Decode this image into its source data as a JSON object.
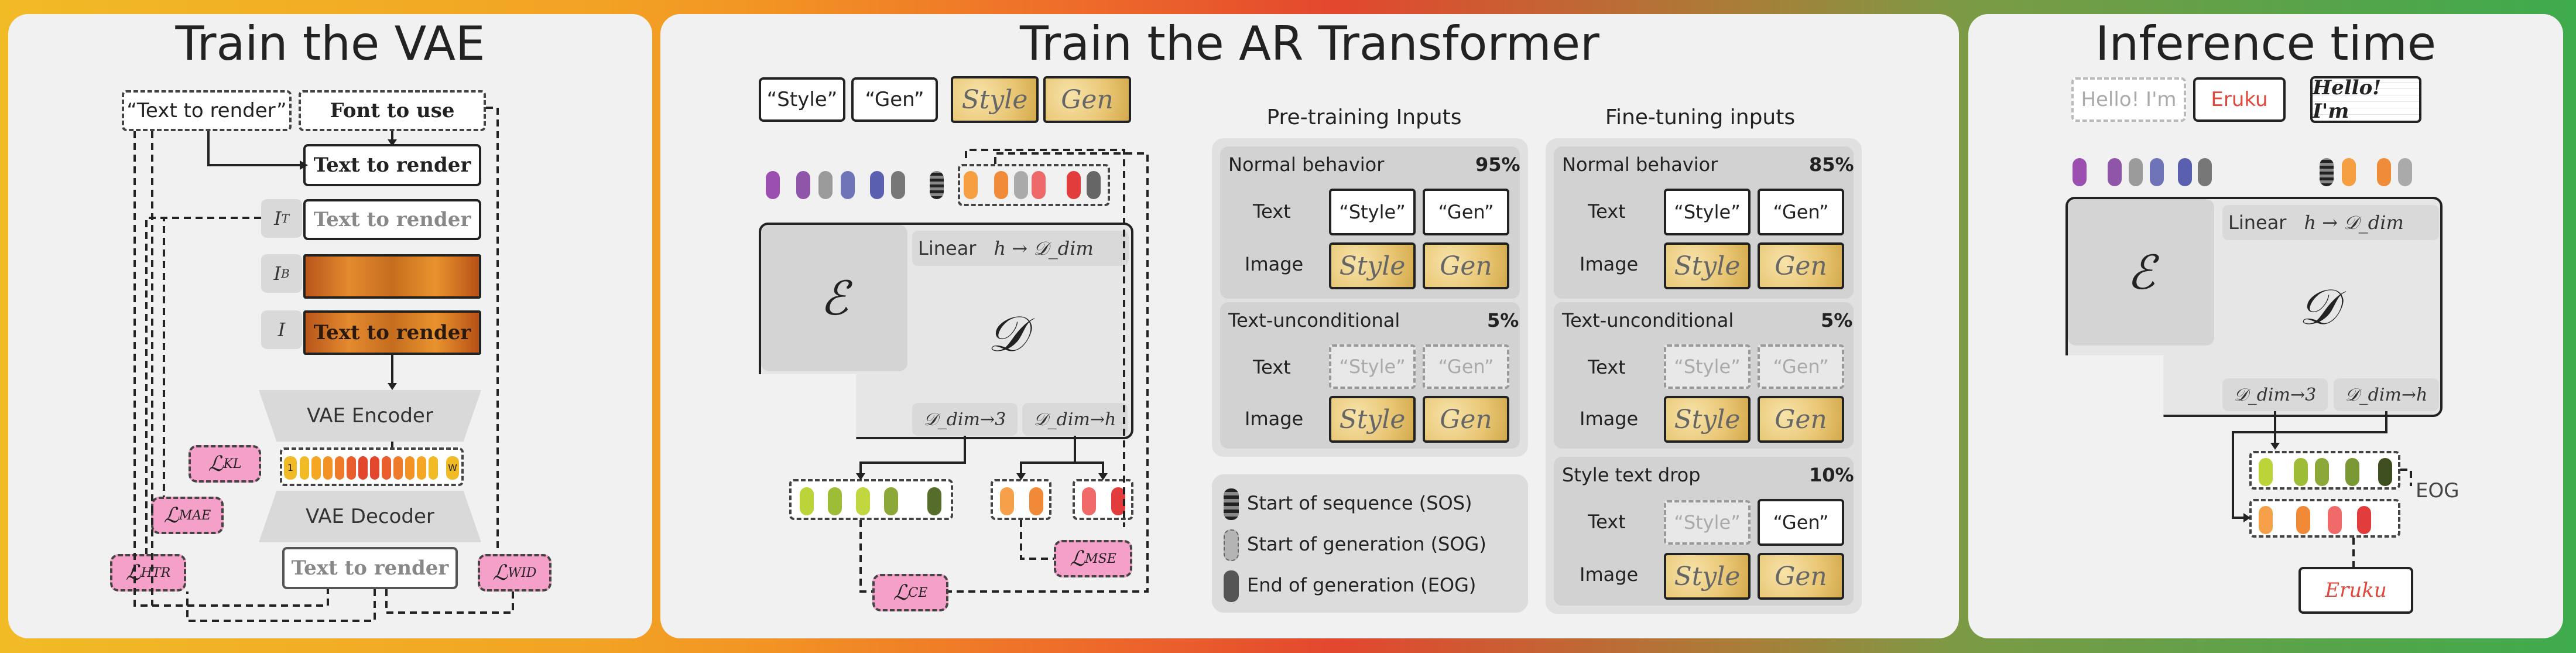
{
  "colors": {
    "vae_border": "#f1bb26",
    "ar_border_start": "#f29324",
    "ar_border_end": "#7c9a45",
    "inference_border": "#3eab4d",
    "loss_fill": "#f5a0c8"
  },
  "vae": {
    "title": "Train the VAE",
    "text_to_render_quote": "“Text to render”",
    "font_to_use": "Font to use",
    "text_to_render": "Text to render",
    "i_t": "I_T",
    "i_b": "I_B",
    "i": "I",
    "encoder": "VAE Encoder",
    "decoder": "VAE Decoder",
    "decoded_text": "Text to render",
    "latent_first": "1",
    "latent_last": "W",
    "loss_kl": "L_KL",
    "loss_mae": "L_MAE",
    "loss_htr": "L_HTR",
    "loss_wid": "L_WID"
  },
  "ar": {
    "title": "Train the AR Transformer",
    "style_q": "“Style”",
    "gen_q": "“Gen”",
    "style_img": "Style",
    "gen_img": "Gen",
    "encoder_symbol": "ℰ",
    "decoder_symbol": "𝒟",
    "linear": "Linear",
    "linear_map": "h → 𝒟_dim",
    "head_3": "𝒟_dim→3",
    "head_h": "𝒟_dim→h",
    "loss_ce": "L_CE",
    "loss_mse": "L_MSE",
    "pretrain_title": "Pre-training Inputs",
    "finetune_title": "Fine-tuning inputs",
    "text_label": "Text",
    "image_label": "Image",
    "pretrain": [
      {
        "name": "Normal behavior",
        "pct": "95%"
      },
      {
        "name": "Text-unconditional",
        "pct": "5%"
      }
    ],
    "finetune": [
      {
        "name": "Normal behavior",
        "pct": "85%"
      },
      {
        "name": "Text-unconditional",
        "pct": "5%"
      },
      {
        "name": "Style text drop",
        "pct": "10%"
      }
    ],
    "legend": [
      {
        "label": "Start of sequence (SOS)"
      },
      {
        "label": "Start of generation (SOG)"
      },
      {
        "label": "End of generation (EOG)"
      }
    ]
  },
  "inference": {
    "title": "Inference time",
    "prompt_ghost": "Hello! I'm",
    "prompt_name": "Eruku",
    "style_img": "Hello! I'm",
    "output": "Eruku",
    "eog": "EOG"
  }
}
